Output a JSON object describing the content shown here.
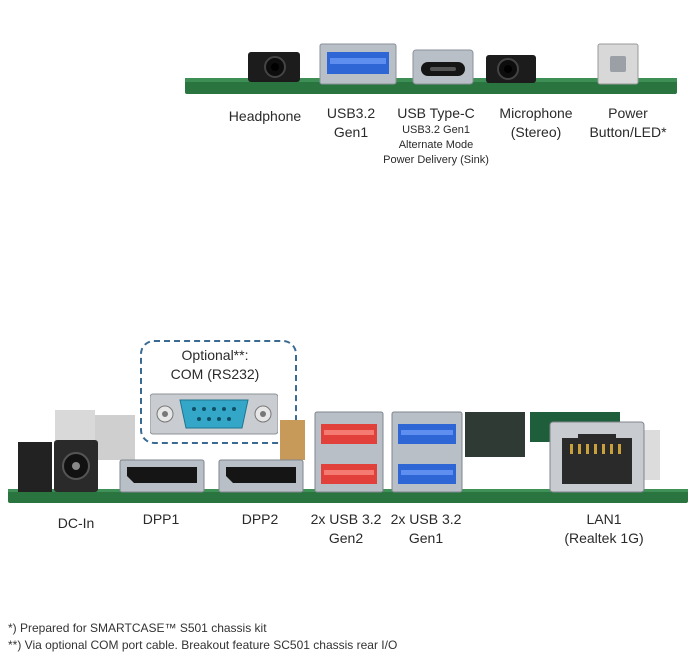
{
  "top_labels": [
    {
      "id": "headphone",
      "lines": [
        "Headphone"
      ],
      "sub": []
    },
    {
      "id": "usb32-gen1",
      "lines": [
        "USB3.2",
        "Gen1"
      ],
      "sub": []
    },
    {
      "id": "usb-typec",
      "lines": [
        "USB Type-C"
      ],
      "sub": [
        "USB3.2 Gen1",
        "Alternate Mode",
        "Power Delivery (Sink)"
      ]
    },
    {
      "id": "microphone",
      "lines": [
        "Microphone",
        "(Stereo)"
      ],
      "sub": []
    },
    {
      "id": "power-button",
      "lines": [
        "Power",
        "Button/LED*"
      ],
      "sub": []
    }
  ],
  "com_optional": {
    "line1": "Optional**:",
    "line2": "COM (RS232)"
  },
  "bottom_labels": [
    {
      "id": "dc-in",
      "lines": [
        "DC-In"
      ]
    },
    {
      "id": "dpp1",
      "lines": [
        "DPP1"
      ]
    },
    {
      "id": "dpp2",
      "lines": [
        "DPP2"
      ]
    },
    {
      "id": "usb-gen2",
      "lines": [
        "2x USB 3.2",
        "Gen2"
      ]
    },
    {
      "id": "usb-gen1",
      "lines": [
        "2x USB 3.2",
        "Gen1"
      ]
    },
    {
      "id": "lan1",
      "lines": [
        "LAN1",
        "(Realtek 1G)"
      ]
    }
  ],
  "footnotes": [
    "*) Prepared for SMARTCASE™ S501 chassis kit",
    "**) Via optional COM port cable. Breakout feature SC501 chassis rear I/O"
  ],
  "colors": {
    "board": "#2a7a45",
    "usb3_blue": "#2f66d6",
    "usb_red": "#e2403a",
    "dash": "#3a6a92",
    "db9": "#34a7c8"
  }
}
